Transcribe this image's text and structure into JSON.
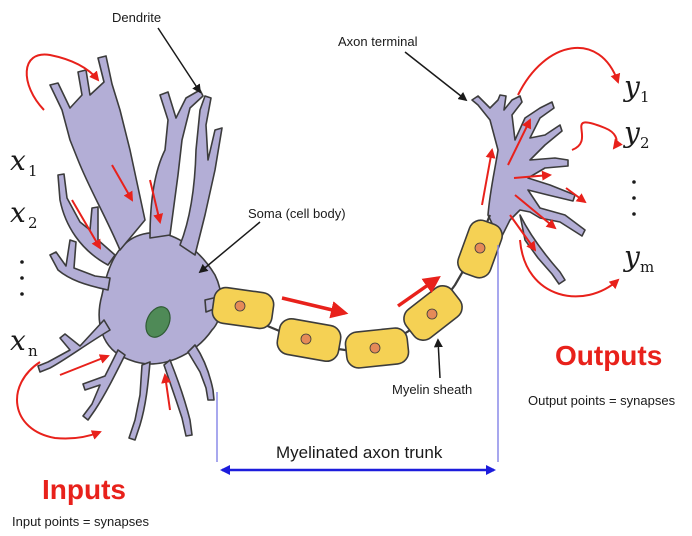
{
  "labels": {
    "dendrite": "Dendrite",
    "axon_terminal": "Axon terminal",
    "soma": "Soma (cell body)",
    "myelin_sheath": "Myelin sheath",
    "axon_trunk": "Myelinated axon trunk",
    "inputs": "Inputs",
    "input_note": "Input points = synapses",
    "outputs": "Outputs",
    "output_note": "Output points = synapses"
  },
  "inputs": [
    {
      "symbol": "x",
      "sub": "1"
    },
    {
      "symbol": "x",
      "sub": "2"
    },
    {
      "symbol": "x",
      "sub": "n"
    }
  ],
  "outputs": [
    {
      "symbol": "y",
      "sub": "1"
    },
    {
      "symbol": "y",
      "sub": "2"
    },
    {
      "symbol": "y",
      "sub": "m"
    }
  ],
  "colors": {
    "neuron": "#b3aed6",
    "neuron_outline": "#3c3c3c",
    "nucleus": "#4f8a57",
    "myelin": "#f5d154",
    "myelin_node": "#e58a58",
    "signal_arrow": "#e8211b",
    "trunk_arrow": "#1c1cdc",
    "trunk_guide": "#8a8ae8"
  }
}
